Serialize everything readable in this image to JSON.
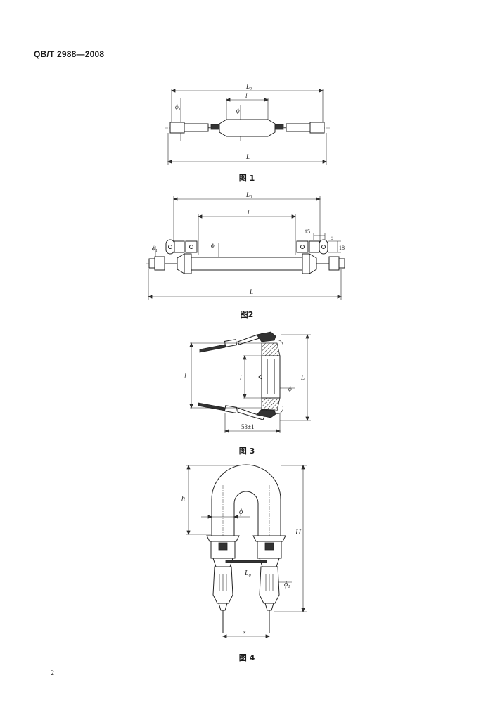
{
  "header": {
    "standard_code": "QB/T 2988—2008"
  },
  "footer": {
    "page_number": "2"
  },
  "figures": [
    {
      "caption": "图 1",
      "dimension_labels": {
        "overall_top": "L₀",
        "heated": "l",
        "diameter_end": "ϕ₁",
        "diameter": "ϕ",
        "overall_bottom": "L"
      }
    },
    {
      "caption": "图2",
      "dimension_labels": {
        "overall_top": "L₀",
        "heated": "l",
        "diameter_end": "ϕ₁",
        "diameter": "ϕ",
        "overall_bottom": "L",
        "slot_width": "15",
        "slot_gap": "5",
        "slot_height": "18"
      }
    },
    {
      "caption": "图 3",
      "dimension_labels": {
        "left_height": "l",
        "heated": "l",
        "diameter": "ϕ",
        "overall": "L",
        "base_width": "53±1"
      }
    },
    {
      "caption": "图 4",
      "dimension_labels": {
        "bend_height": "h",
        "diameter": "ϕ",
        "overall_height": "H",
        "pin_spacing": "L₀",
        "diameter_end": "ϕ₁",
        "pin_span": "s"
      }
    }
  ]
}
